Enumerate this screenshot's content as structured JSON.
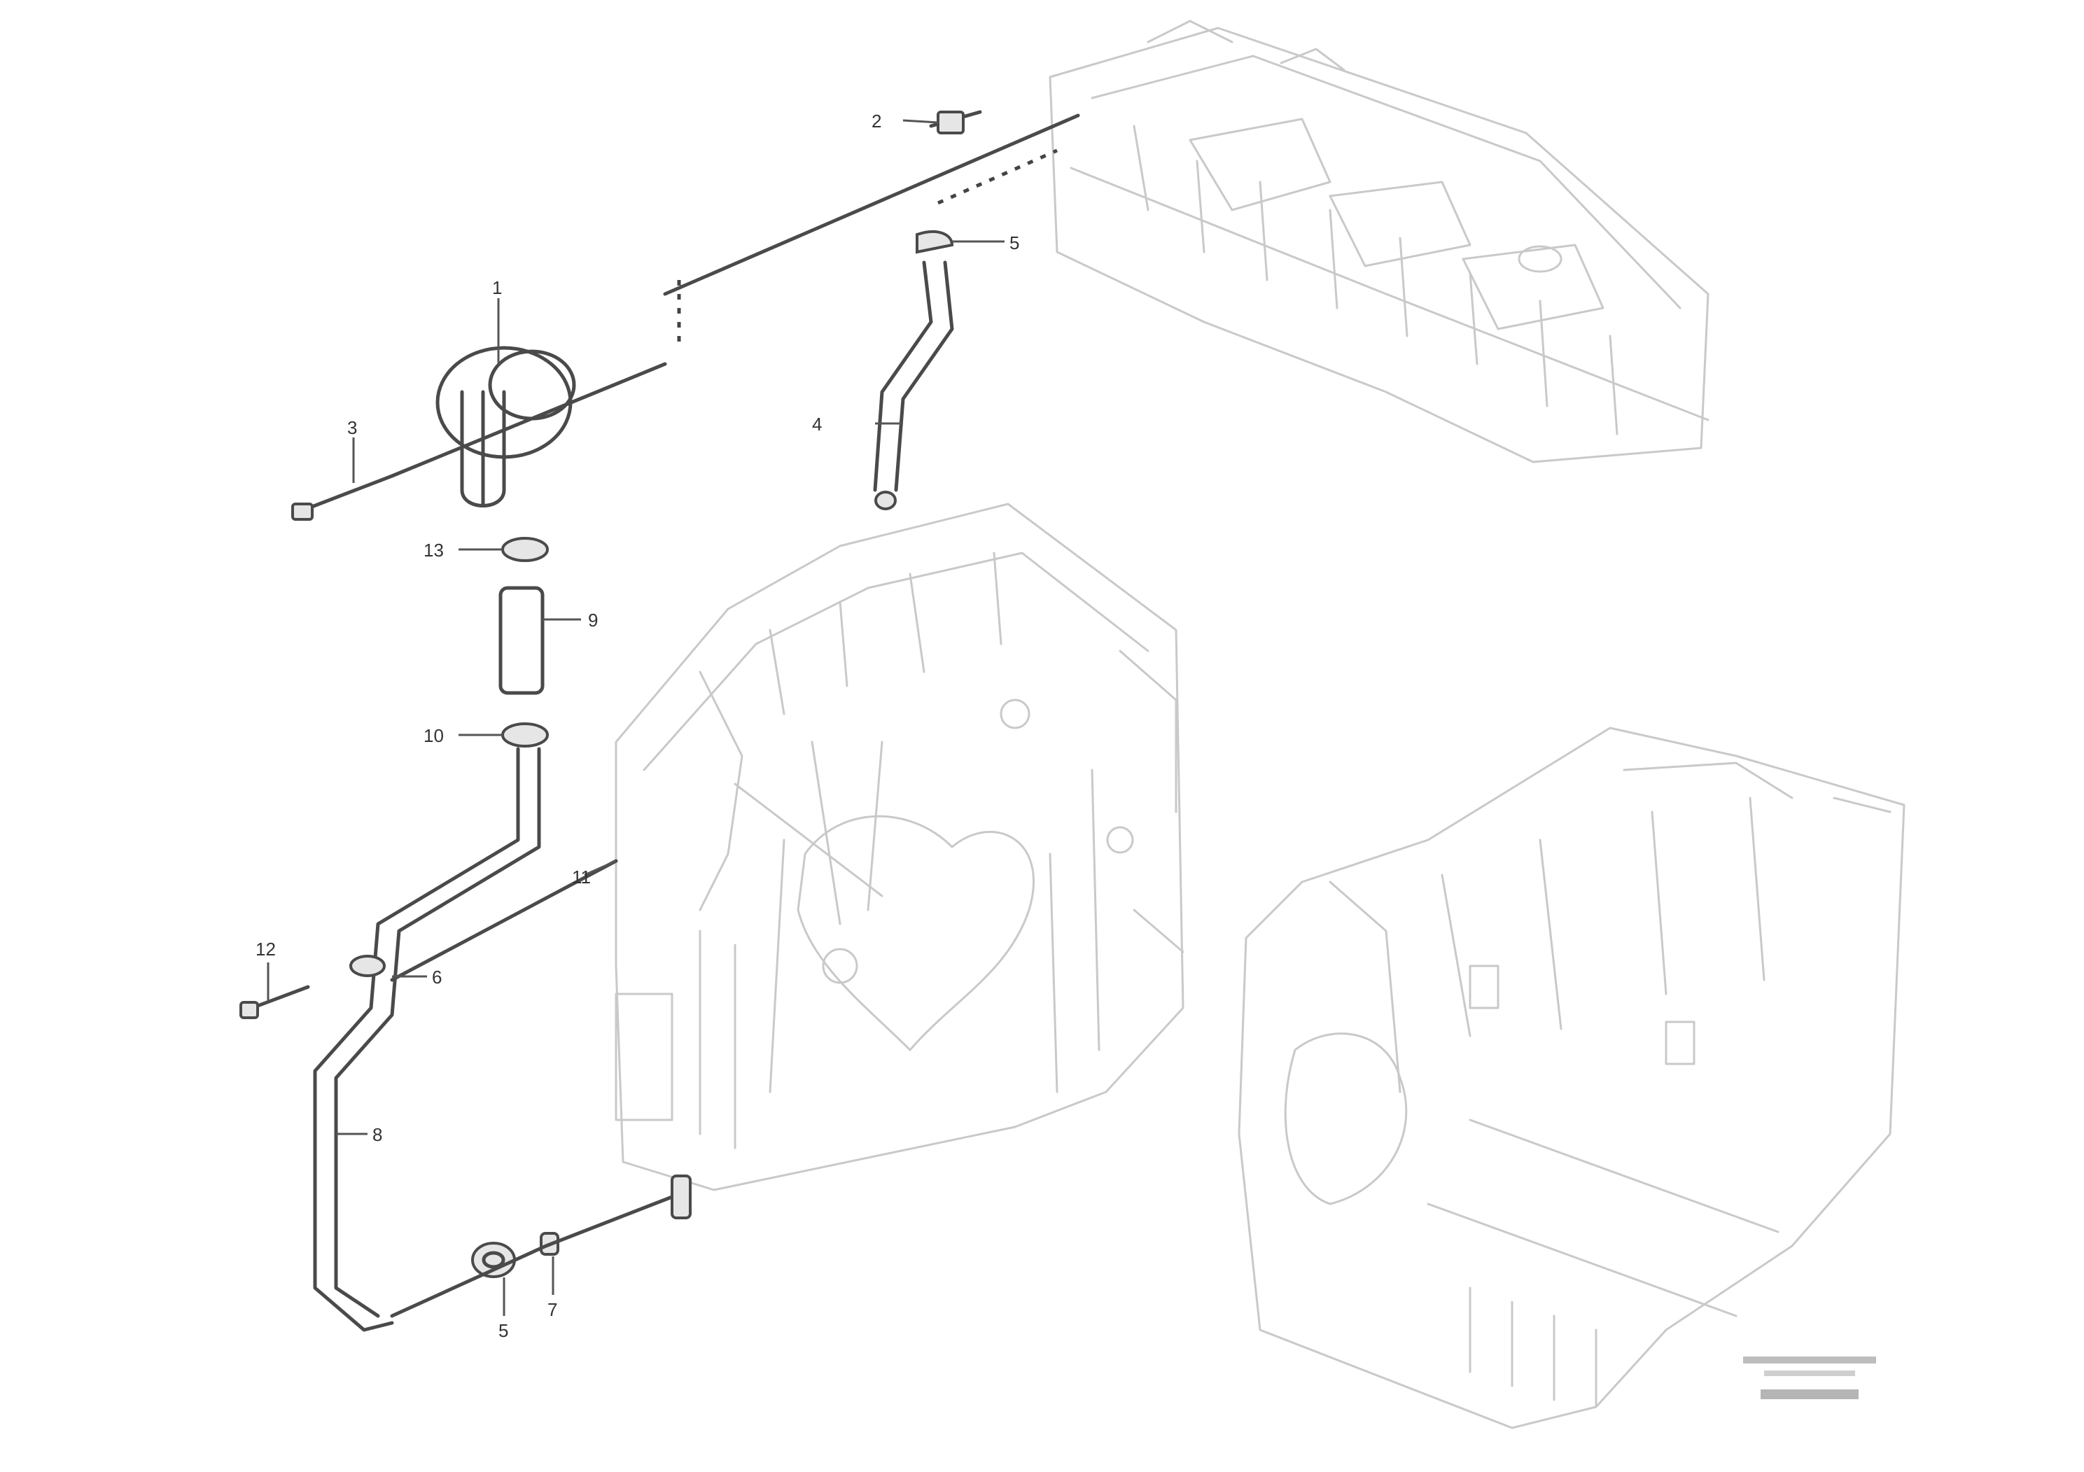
{
  "callouts": [
    {
      "id": "c2-top",
      "text": "2"
    },
    {
      "id": "c5-top",
      "text": "5"
    },
    {
      "id": "c1",
      "text": "1"
    },
    {
      "id": "c3",
      "text": "3"
    },
    {
      "id": "c4",
      "text": "4"
    },
    {
      "id": "c13",
      "text": "13"
    },
    {
      "id": "c9",
      "text": "9"
    },
    {
      "id": "c10",
      "text": "10"
    },
    {
      "id": "c11",
      "text": "11"
    },
    {
      "id": "c12",
      "text": "12"
    },
    {
      "id": "c6",
      "text": "6"
    },
    {
      "id": "c8",
      "text": "8"
    },
    {
      "id": "c7",
      "text": "7"
    },
    {
      "id": "c5-bot",
      "text": "5"
    }
  ],
  "stamp": {
    "line1": "",
    "line2": "",
    "code": ""
  }
}
